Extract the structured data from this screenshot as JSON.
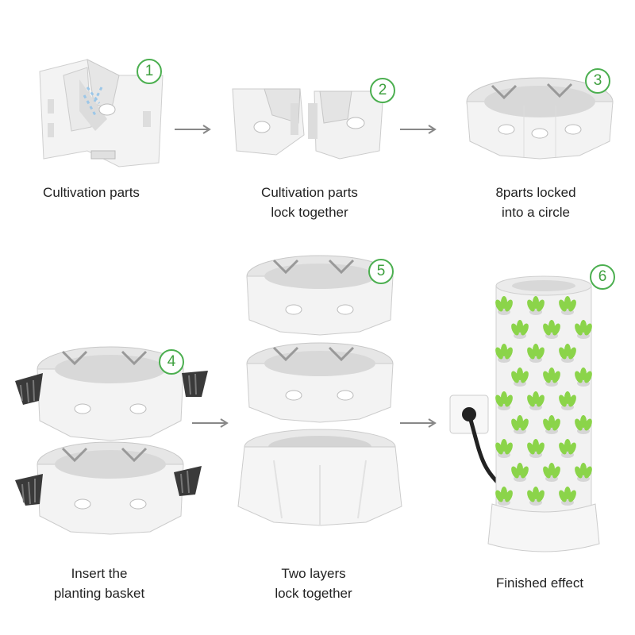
{
  "steps": [
    {
      "number": "1",
      "caption": "Cultivation parts"
    },
    {
      "number": "2",
      "caption": "Cultivation parts\nlock together"
    },
    {
      "number": "3",
      "caption": "8parts locked\ninto a circle"
    },
    {
      "number": "4",
      "caption": "Insert the\nplanting basket"
    },
    {
      "number": "5",
      "caption": "Two layers\nlock together"
    },
    {
      "number": "6",
      "caption": "Finished effect"
    }
  ],
  "colors": {
    "badge": "#4caf50",
    "plant": "#8bd44a",
    "part": "#f2f2f2",
    "basket": "#333333"
  }
}
